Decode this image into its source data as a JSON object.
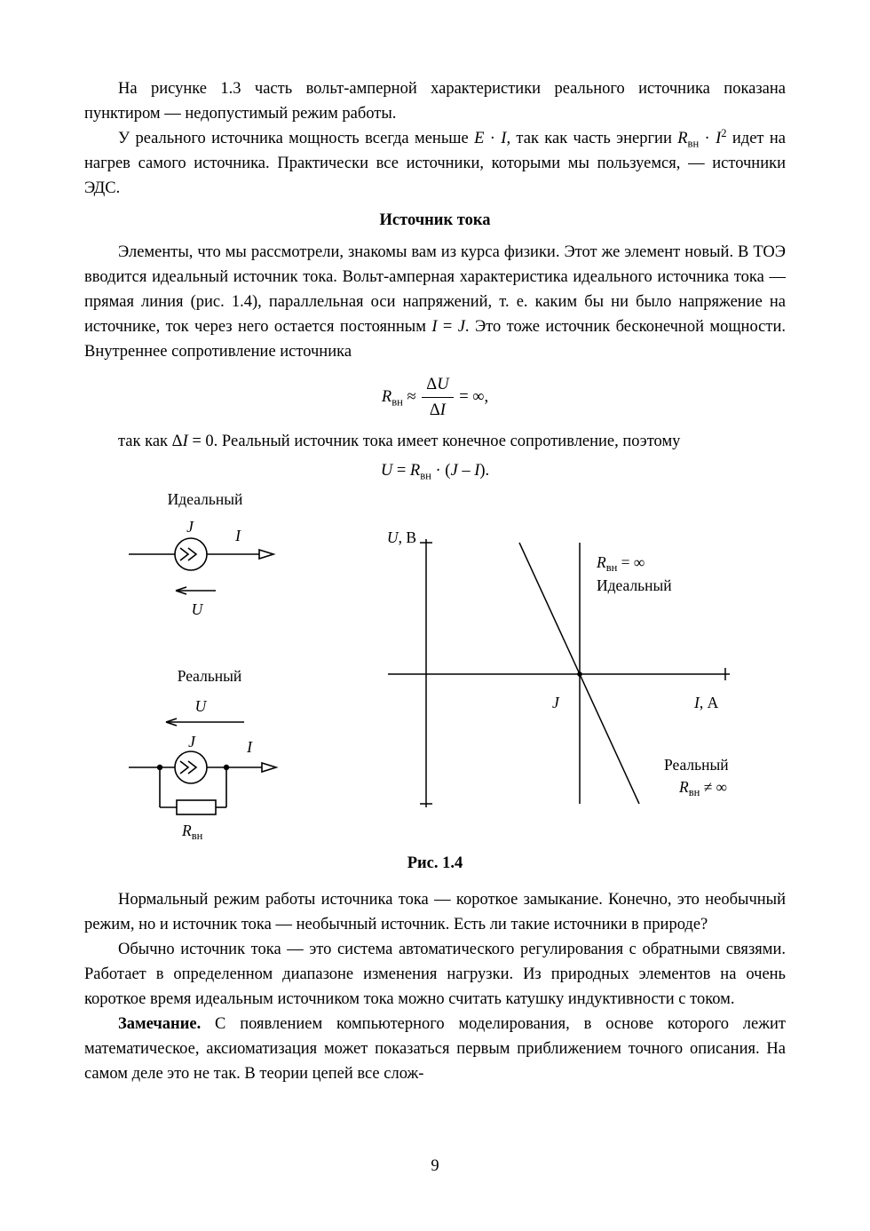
{
  "doc": {
    "p1": "На рисунке 1.3 часть вольт-амперной характеристики реального источника показана пунктиром — недопустимый режим работы.",
    "p2": {
      "a": "У реального источника мощность всегда меньше ",
      "E": "E",
      "dot": " · ",
      "I": "I",
      "b": ", так как часть энергии ",
      "R": "R",
      "Rsub": "вн",
      "c": " · ",
      "I2": "I",
      "sup2": "2",
      "d": " идет на нагрев самого источника. Практически все источники, которыми мы пользуемся, — источники ЭДС."
    },
    "heading": "Источник тока",
    "p3": {
      "a": "Элементы, что мы рассмотрели, знакомы вам из курса физики. Этот же элемент новый. В ТОЭ вводится идеальный источник тока. Вольт-амперная характеристика идеального источника тока — прямая линия (рис. 1.4), параллельная оси напряжений, т. е. каким бы ни было напряжение на источнике, ток через него остается постоянным ",
      "I": "I",
      "eq": " = ",
      "J": "J",
      "b": ". Это тоже источник бесконечной мощности. Внутреннее сопротивление источника"
    },
    "f1": {
      "R": "R",
      "sub": "вн",
      "approx": " ≈ ",
      "numD": "Δ",
      "numU": "U",
      "denD": "Δ",
      "denI": "I",
      "eq": " = ∞,"
    },
    "p4": {
      "a": "так как Δ",
      "I": "I",
      "b": " = 0. Реальный источник тока имеет конечное сопротивление, поэтому"
    },
    "f2": {
      "U": "U",
      "eq": " = ",
      "R": "R",
      "sub": "вн",
      "dot": " · (",
      "J": "J",
      "minus": " – ",
      "I": "I",
      "close": ")."
    },
    "caption": "Рис. 1.4",
    "p5": "Нормальный режим работы источника тока — короткое замыкание. Конечно, это необычный режим, но и источник тока — необычный источник. Есть ли такие источники в природе?",
    "p6": "Обычно источник тока — это система автоматического регулирования с обратными связями. Работает в определенном диапазоне изменения нагрузки. Из природных элементов на очень короткое время идеальным источником тока можно считать катушку индуктивности с током.",
    "p7": {
      "bold": "Замечание.",
      "rest": " С появлением компьютерного моделирования, в основе которого лежит математическое, аксиоматизация может показаться первым приближением точного описания. На самом деле это не так. В теории цепей все слож-"
    },
    "page_number": "9"
  },
  "figure": {
    "ideal": {
      "label": "Идеальный",
      "J": "J",
      "I": "I",
      "U": "U"
    },
    "real": {
      "label": "Реальный",
      "J": "J",
      "I": "I",
      "U": "U",
      "R": "R",
      "Rsub": "вн"
    },
    "graph": {
      "u_axis_U": "U",
      "u_axis_unit": ", В",
      "i_axis_I": "I",
      "i_axis_unit": ", А",
      "J": "J",
      "R": "R",
      "Rsub": "вн",
      "eq_inf": " = ∞",
      "neq_inf": " ≠ ∞",
      "ideal_label": "Идеальный",
      "real_label": "Реальный"
    }
  }
}
